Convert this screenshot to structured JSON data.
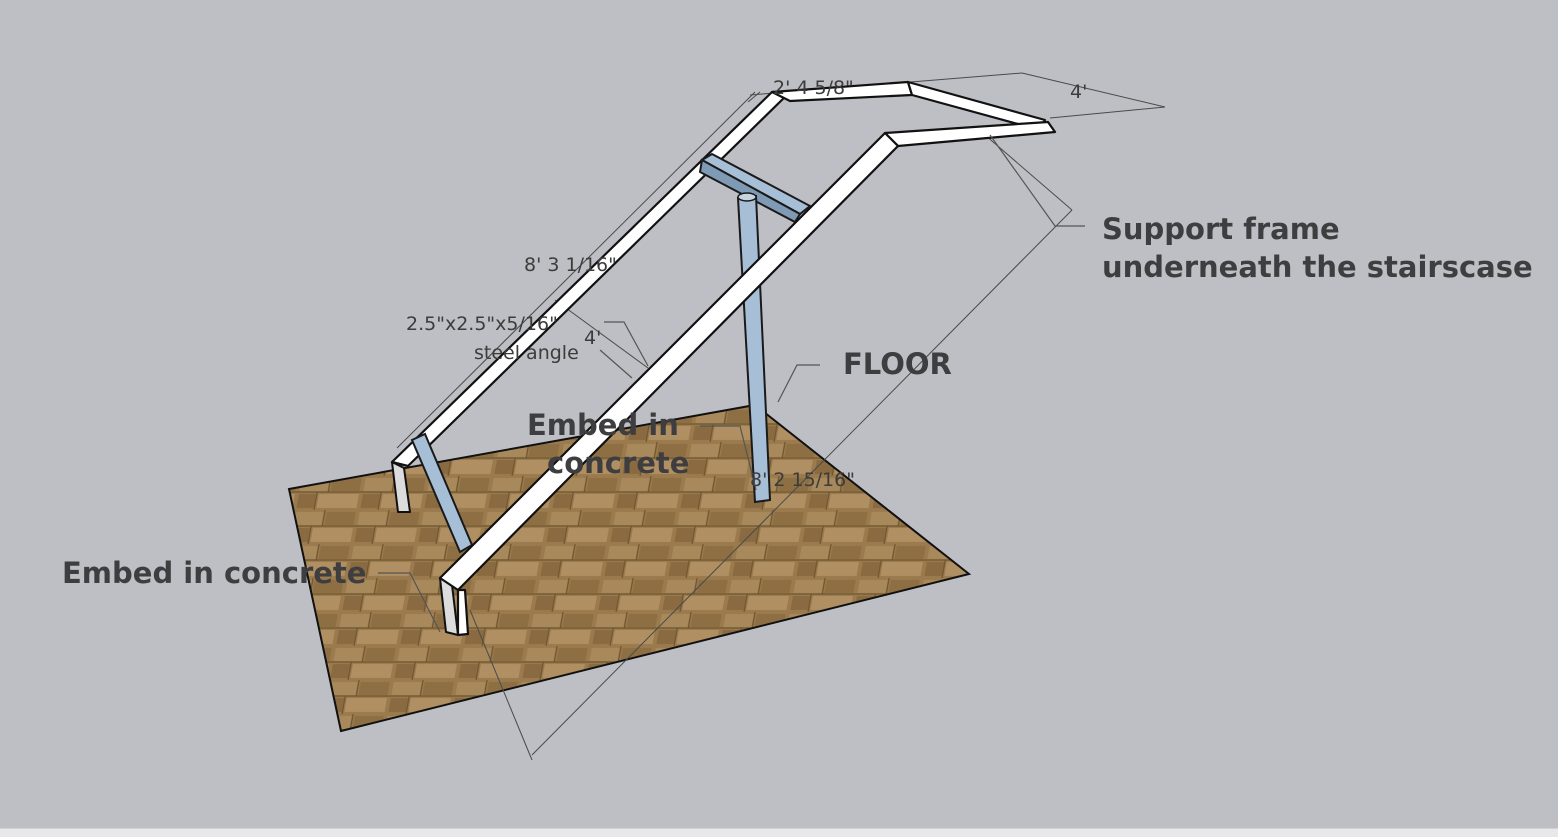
{
  "dimensions": {
    "top_width": "2' 4 5/8\"",
    "top_depth": "4'",
    "rail_length_left": "8' 3 1/16\"",
    "rail_length_right": "8' 2 15/16\"",
    "steel_size": "2.5\"x2.5\"x5/16\"",
    "steel_type": "steel angle",
    "mid_width": "4'"
  },
  "labels": {
    "support_frame_line1": "Support frame",
    "support_frame_line2": "underneath the stairscase",
    "floor": "FLOOR",
    "embed_mid_line1": "Embed in",
    "embed_mid_line2": "concrete",
    "embed_left": "Embed in concrete"
  },
  "colors": {
    "background": "#bdbfc4",
    "floor": "#9a7a4c",
    "steel": "#ffffff",
    "post": "#a7bfd6"
  }
}
